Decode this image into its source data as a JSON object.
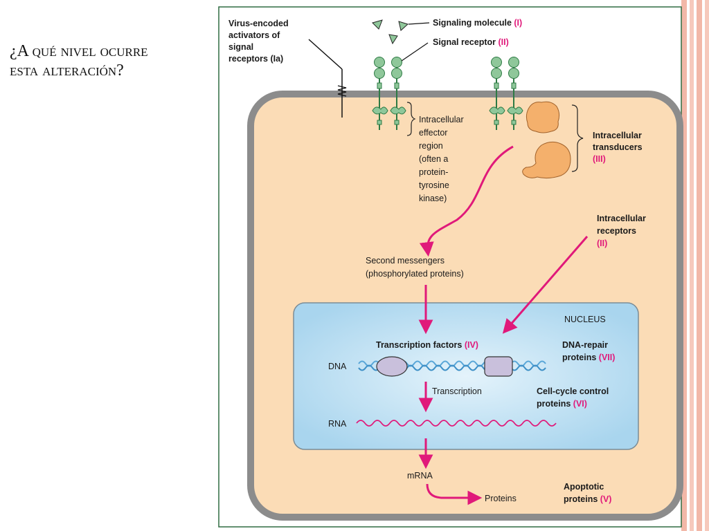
{
  "slide": {
    "title_lines": [
      "¿A qué nivel ocurre",
      "esta alteración?"
    ]
  },
  "colors": {
    "cytoplasm": "#fbdcb6",
    "membrane": "#8c8c8c",
    "nucleus": "#bfe0f2",
    "arrow": "#e0197a",
    "receptor": "#8fc79a",
    "transducer": "#f4b06c",
    "dna_strand": "#5aa7d8",
    "rna_strand": "#e0197a",
    "tf_protein": "#c9c0dc",
    "frame_border": "#2e6b40",
    "stripe": "#f2b8a8"
  },
  "labels": {
    "virus_line1": "Virus-encoded",
    "virus_line2": "activators of",
    "virus_line3": "signal",
    "virus_line4": "receptors (Ia)",
    "signaling_text": "Signaling molecule ",
    "signaling_code": "(I)",
    "receptor_text": "Signal receptor ",
    "receptor_code": "(II)",
    "effector_line1": "Intracellular",
    "effector_line2": "effector",
    "effector_line3": "region",
    "effector_line4": "(often a",
    "effector_line5": "protein-",
    "effector_line6": "tyrosine",
    "effector_line7": "kinase)",
    "transducers_line1": "Intracellular",
    "transducers_line2": "transducers",
    "transducers_code": "(III)",
    "intra_receptors_line1": "Intracellular",
    "intra_receptors_line2": "receptors",
    "intra_receptors_code": "(II)",
    "second_messengers_line1": "Second messengers",
    "second_messengers_line2": "(phosphorylated proteins)",
    "nucleus": "NUCLEUS",
    "tf_text": "Transcription factors ",
    "tf_code": "(IV)",
    "dna_repair_line1": "DNA-repair",
    "dna_repair_line2": "proteins ",
    "dna_repair_code": "(VII)",
    "dna": "DNA",
    "transcription": "Transcription",
    "cell_cycle_line1": "Cell-cycle control",
    "cell_cycle_line2": "proteins ",
    "cell_cycle_code": "(VI)",
    "rna": "RNA",
    "mrna": "mRNA",
    "proteins": "Proteins",
    "apoptotic_line1": "Apoptotic",
    "apoptotic_line2": "proteins ",
    "apoptotic_code": "(V)"
  }
}
